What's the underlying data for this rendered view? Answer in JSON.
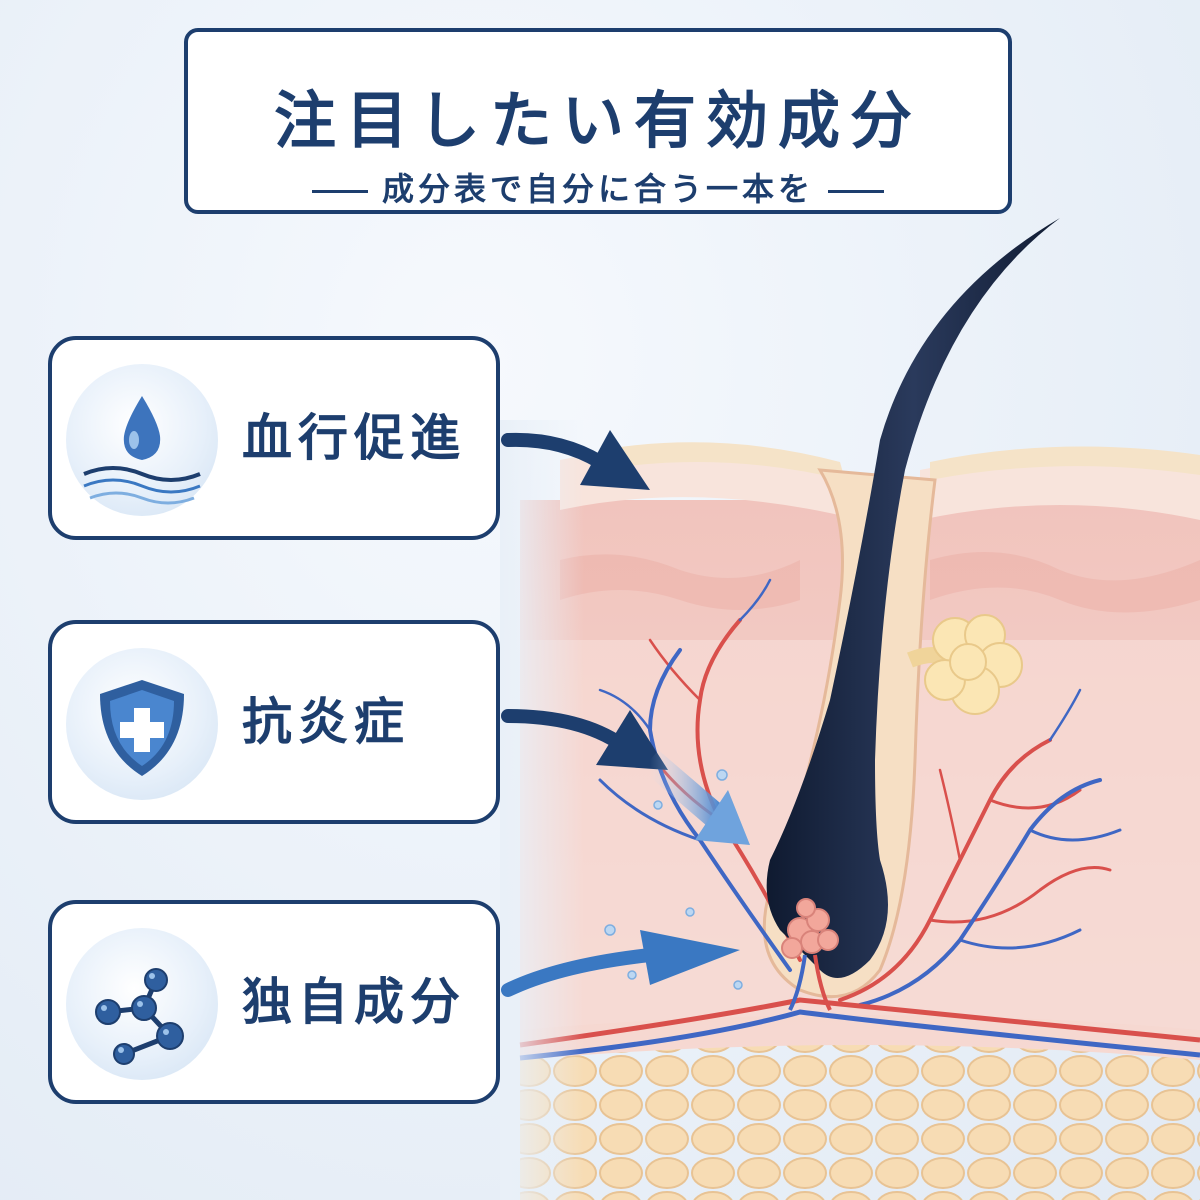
{
  "header": {
    "title": "注目したい有効成分",
    "subtitle": "成分表で自分に合う一本を"
  },
  "ingredients": [
    {
      "label": "血行促進",
      "icon": "water-drop-icon"
    },
    {
      "label": "抗炎症",
      "icon": "shield-plus-icon"
    },
    {
      "label": "独自成分",
      "icon": "molecule-icon"
    }
  ],
  "colors": {
    "navy": "#1d3e6e",
    "accent_blue": "#3a78c2",
    "skin": "#f3cdc6",
    "vein": "#3f67c4",
    "artery": "#d9504c",
    "hair": "#1c2a44"
  }
}
